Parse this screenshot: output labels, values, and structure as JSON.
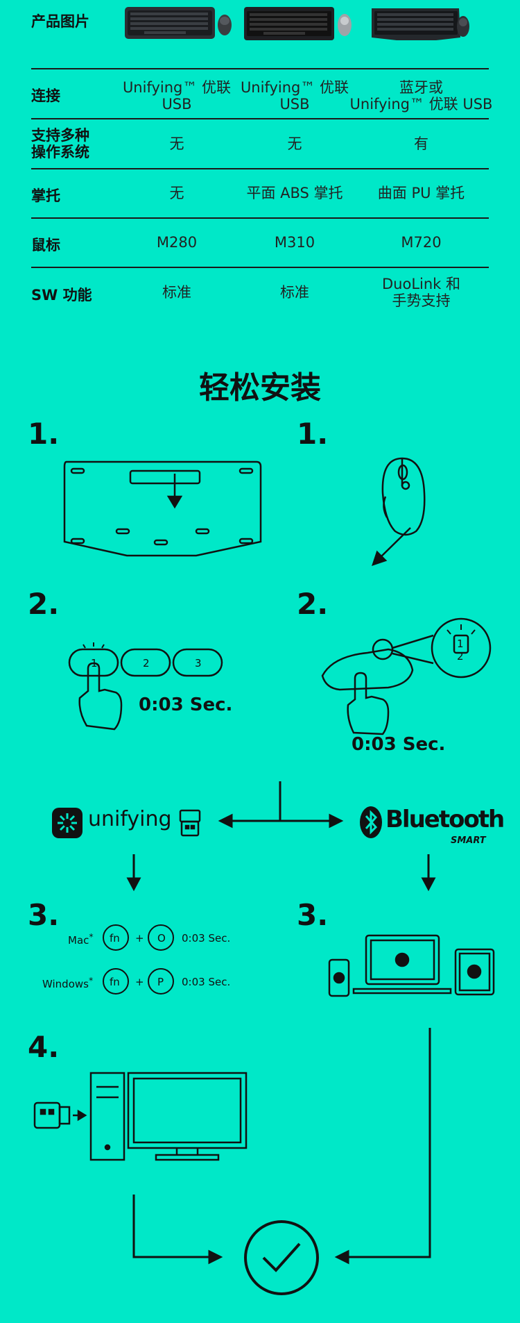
{
  "table": {
    "header_label": "产品图片",
    "rows": [
      {
        "label": "连接",
        "cells": [
          "Unifying™ 优联\nUSB",
          "Unifying™ 优联\nUSB",
          "蓝牙或\nUnifying™ 优联 USB"
        ]
      },
      {
        "label": "支持多种\n操作系统",
        "cells": [
          "无",
          "无",
          "有"
        ]
      },
      {
        "label": "掌托",
        "cells": [
          "无",
          "平面 ABS 掌托",
          "曲面 PU 掌托"
        ]
      },
      {
        "label": "鼠标",
        "cells": [
          "M280",
          "M310",
          "M720"
        ]
      },
      {
        "label": "SW 功能",
        "cells": [
          "标准",
          "标准",
          "DuoLink 和\n手势支持"
        ]
      }
    ]
  },
  "setup": {
    "title": "轻松安装",
    "step1": "1.",
    "step2": "2.",
    "step3": "3.",
    "step4": "4.",
    "key1": "1",
    "key2": "2",
    "key3": "3",
    "hold_time": "0:03 Sec.",
    "unifying_logo": "unifying",
    "bluetooth_logo": "Bluetooth",
    "bluetooth_smart": "SMART",
    "mac_label": "Mac",
    "windows_label": "Windows",
    "asterisk": "*",
    "fn_key": "fn",
    "mac_key": "O",
    "win_key": "P",
    "plus": "+",
    "combo_time": "0:03 Sec."
  },
  "icons": [
    "keyboard-icon",
    "mouse-icon",
    "finger-press-icon",
    "usb-receiver-icon",
    "desktop-computer-icon",
    "laptop-icon",
    "phone-icon",
    "tablet-icon",
    "checkmark-icon"
  ]
}
